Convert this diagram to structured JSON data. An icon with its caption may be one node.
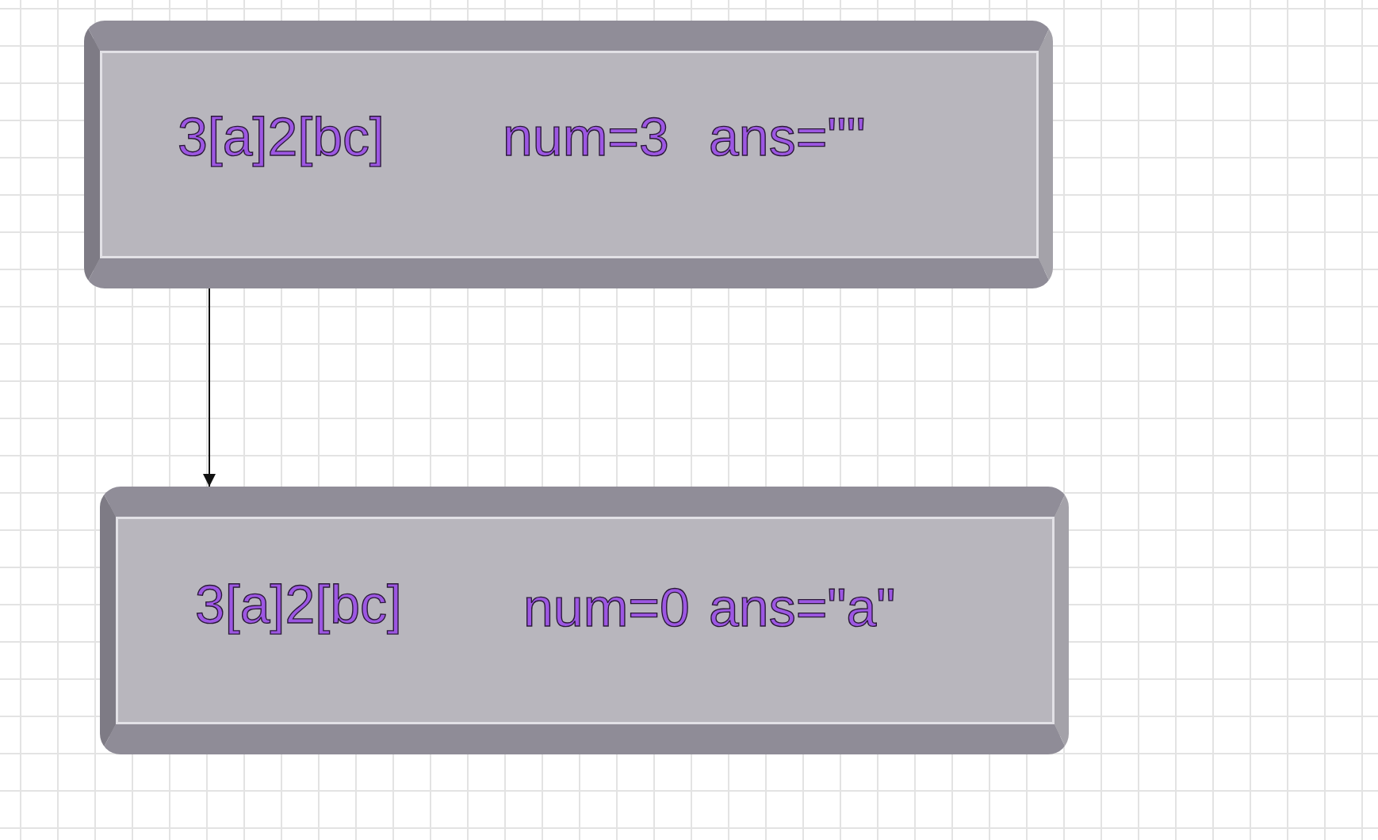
{
  "diagram": {
    "nodes": [
      {
        "text": [
          "3[a]2[bc]",
          "num=3",
          "ans=\"\""
        ]
      },
      {
        "text": [
          "3[a]2[bc]",
          "num=0",
          "ans=\"a\""
        ]
      }
    ],
    "edges": [
      {
        "from": 0,
        "to": 1,
        "arrow": "to"
      }
    ]
  }
}
